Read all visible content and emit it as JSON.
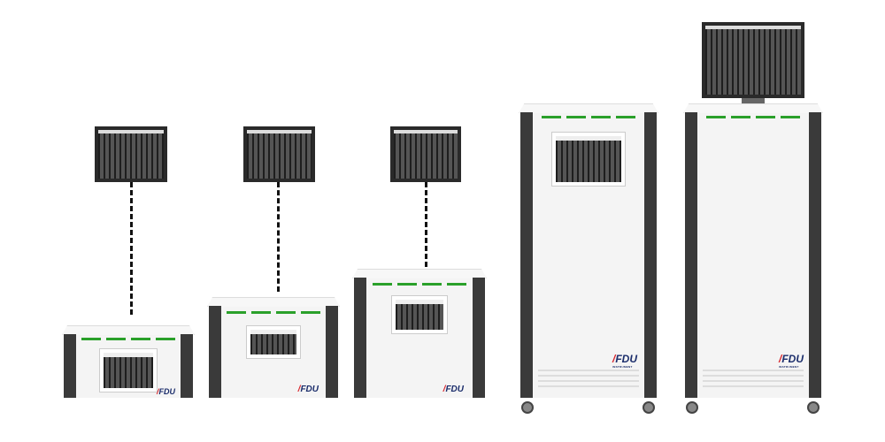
{
  "brand": {
    "logo_text": "FDU",
    "logo_subtext": "INSTRUMENT",
    "accent": "#d8262c",
    "logo_color": "#1b2d6b",
    "led_color": "#2aa02a"
  },
  "products": [
    {
      "type": "benchtop-small",
      "remote_monitor": true
    },
    {
      "type": "benchtop-medium",
      "remote_monitor": true
    },
    {
      "type": "benchtop-large",
      "remote_monitor": true
    },
    {
      "type": "cabinet-integrated-screen",
      "remote_monitor": false
    },
    {
      "type": "cabinet-top-monitor",
      "remote_monitor": true
    }
  ]
}
